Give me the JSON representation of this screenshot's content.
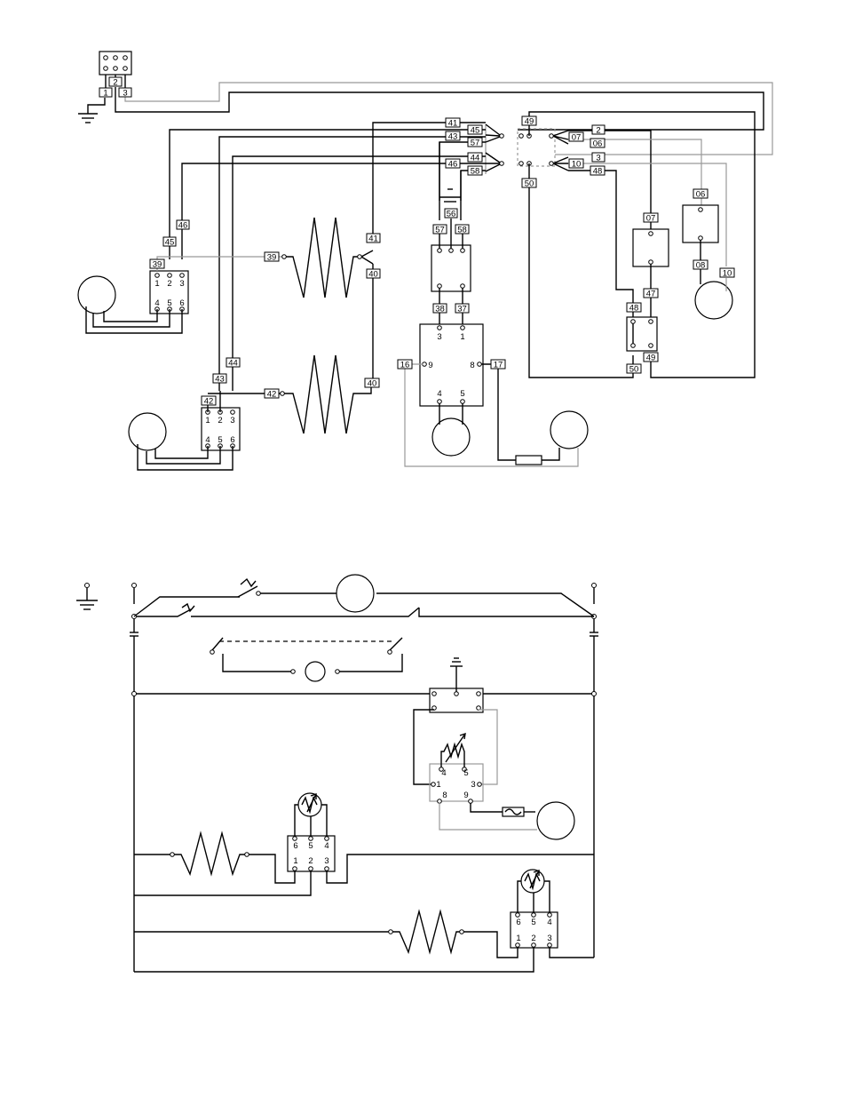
{
  "wire_tags": {
    "t1": "1",
    "t2": "2",
    "t3": "3",
    "t41": "41",
    "t45a": "45",
    "t43a": "43",
    "t57a": "57",
    "t44a": "44",
    "t46a": "46",
    "t58a": "58",
    "t49a": "49",
    "t07a": "07",
    "t06a": "06",
    "t2b": "2",
    "t3b": "3",
    "t10a": "10",
    "t48a": "48",
    "t50a": "50",
    "t46b": "46",
    "t45b": "45",
    "t39": "39",
    "t56": "56",
    "t57b": "57",
    "t58b": "58",
    "t38": "38",
    "t37": "37",
    "t41b": "41",
    "t40a": "40",
    "t39b": "39",
    "t42a": "42",
    "t40b": "40",
    "t44b": "44",
    "t43b": "43",
    "t42b": "42",
    "t16": "16",
    "t17": "17",
    "t07b": "07",
    "t06b": "06",
    "t08": "08",
    "t10b": "10",
    "t47": "47",
    "t48b": "48",
    "t50b": "50",
    "t49b": "49"
  },
  "pins": {
    "r1a": [
      "1",
      "2",
      "3"
    ],
    "r1b": [
      "4",
      "5",
      "6"
    ],
    "r2a": [
      "1",
      "2",
      "3"
    ],
    "r2b": [
      "4",
      "5",
      "6"
    ],
    "cntA": [
      "3",
      "1"
    ],
    "cntB": [
      "4",
      "5"
    ],
    "cnt9": "9",
    "cnt8": "8",
    "s1a": [
      "6",
      "5",
      "4"
    ],
    "s1b": [
      "1",
      "2",
      "3"
    ],
    "s2a": [
      "6",
      "5",
      "4"
    ],
    "s2b": [
      "1",
      "2",
      "3"
    ],
    "m45": [
      "4",
      "5"
    ],
    "m19": [
      "1",
      "3"
    ],
    "m89": [
      "8",
      "9"
    ]
  }
}
